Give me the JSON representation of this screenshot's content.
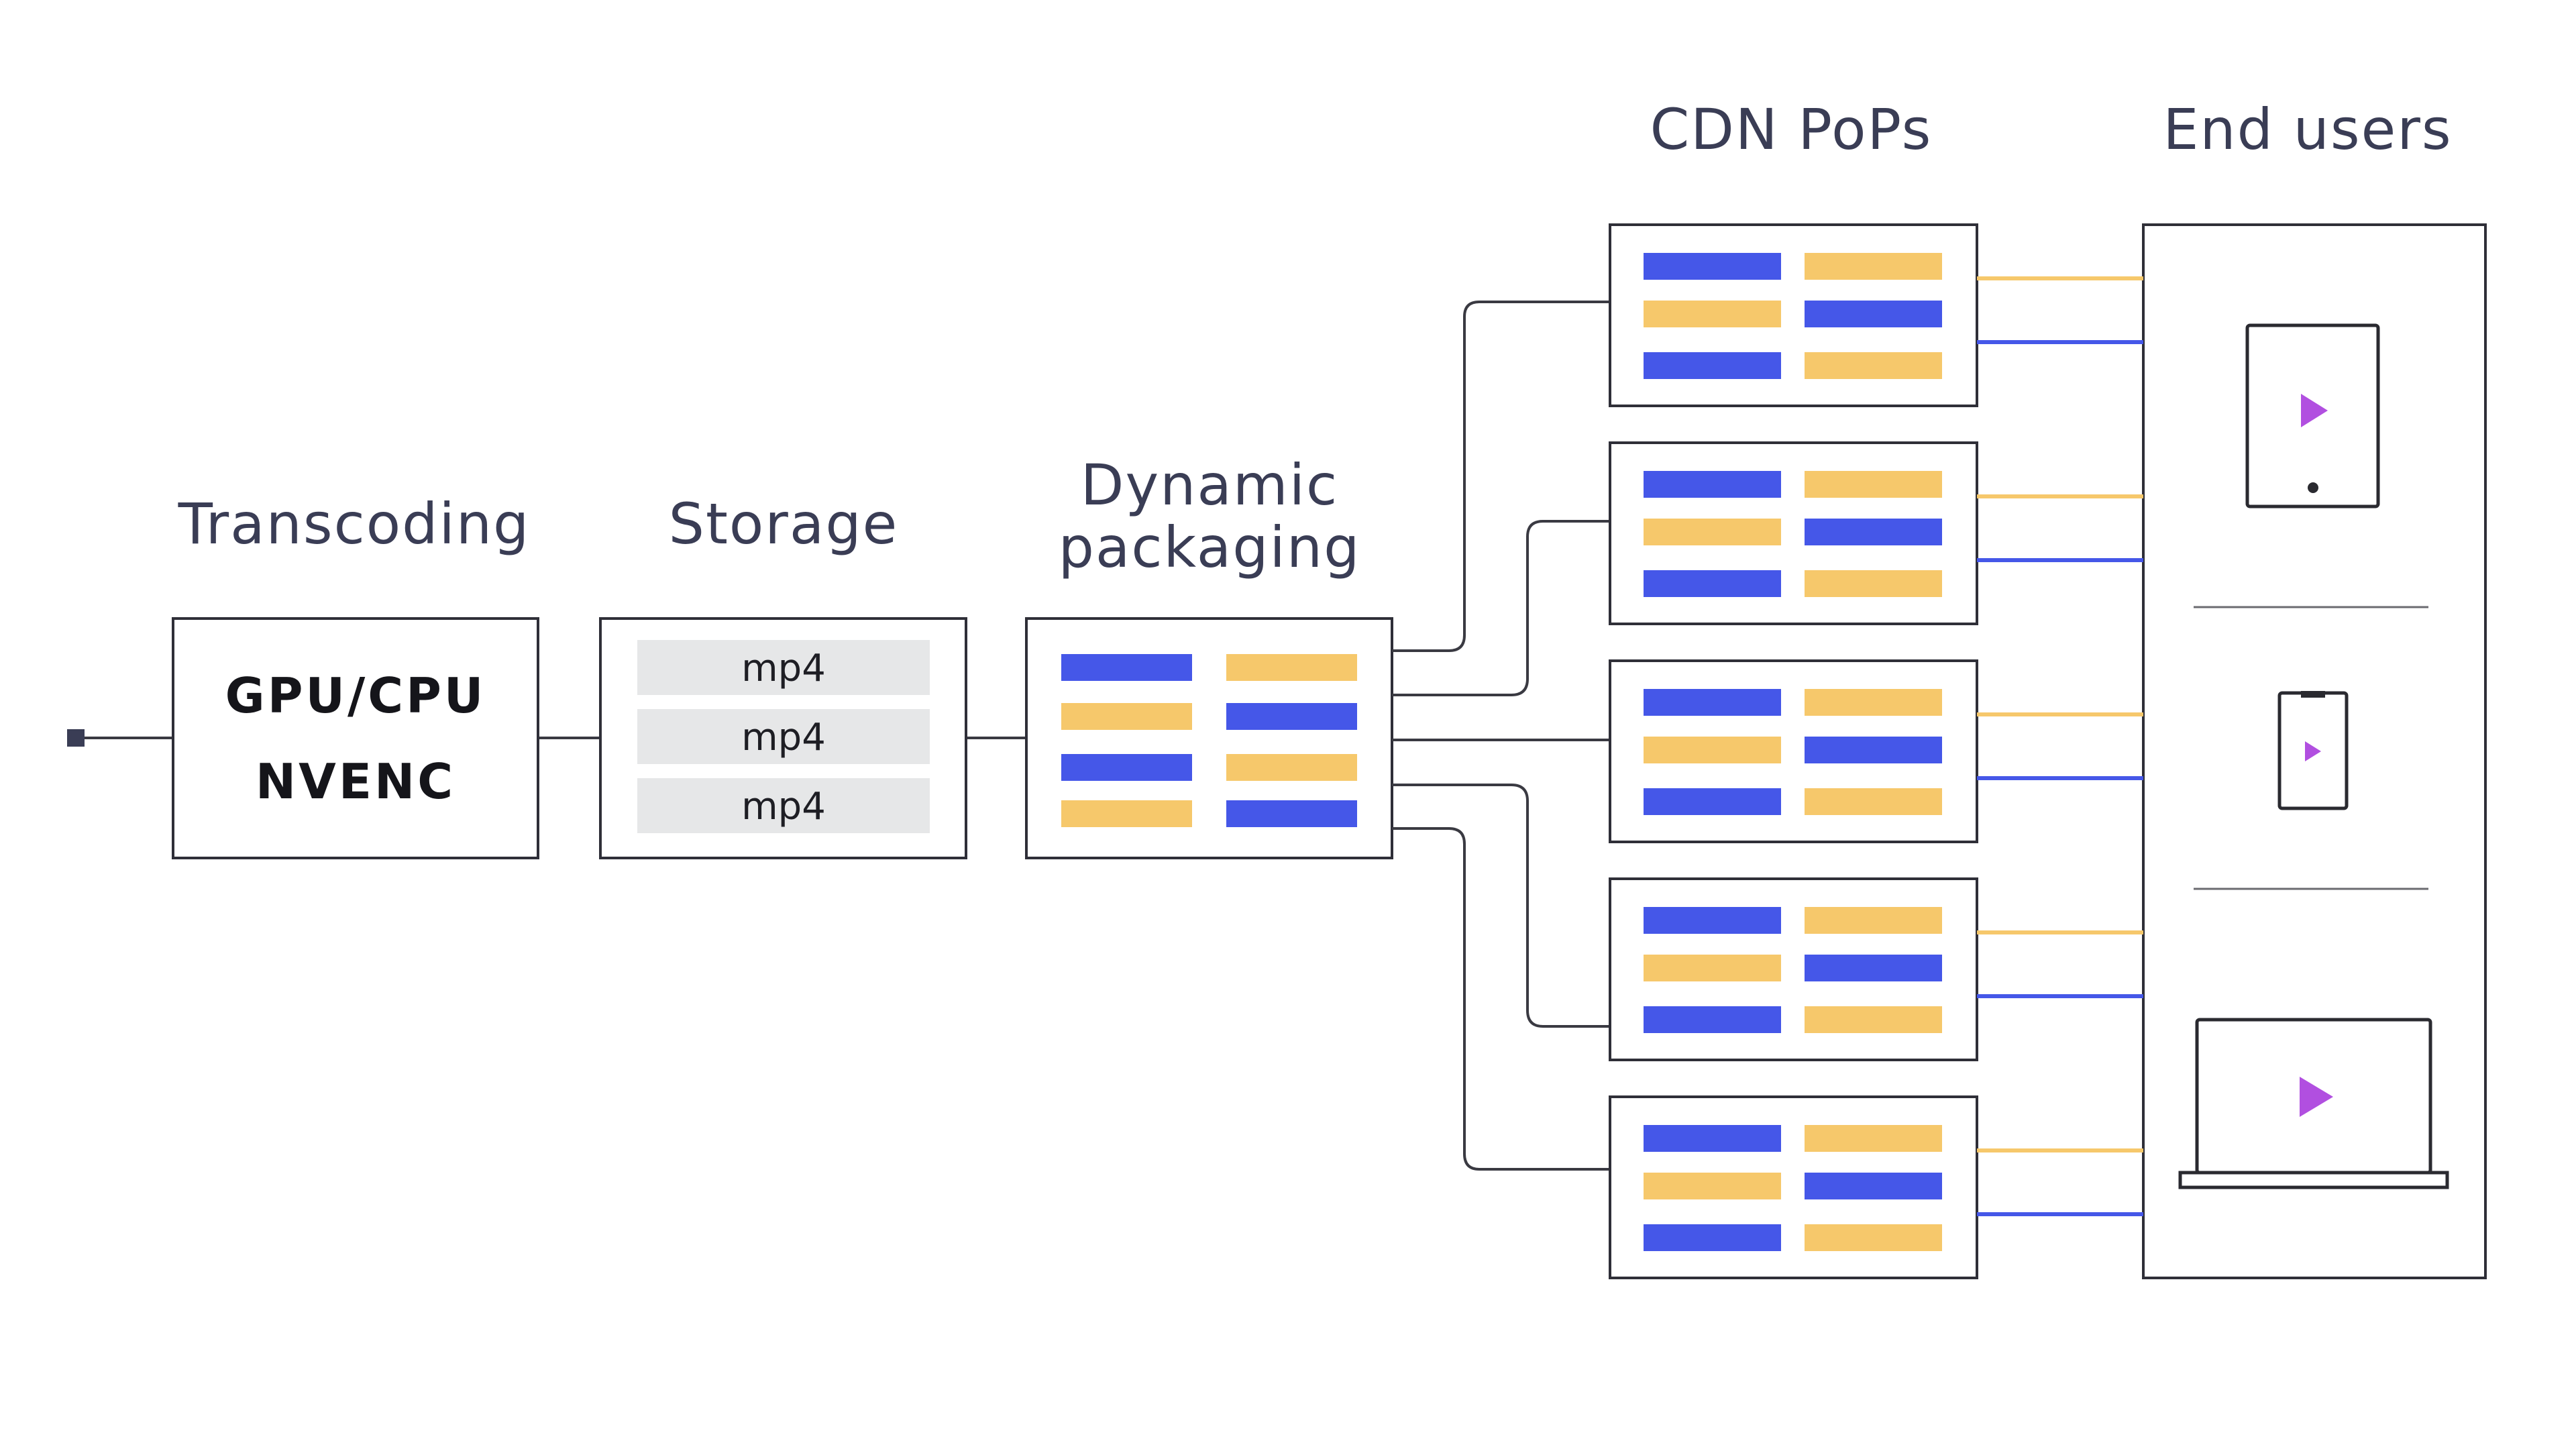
{
  "stages": {
    "transcoding": {
      "label": "Transcoding",
      "lines": [
        "GPU/CPU",
        "NVENC"
      ]
    },
    "storage": {
      "label": "Storage",
      "files": [
        "mp4",
        "mp4",
        "mp4"
      ]
    },
    "packaging": {
      "label_lines": [
        "Dynamic",
        "packaging"
      ]
    },
    "cdn": {
      "label": "CDN PoPs",
      "count": 5
    },
    "users": {
      "label": "End users",
      "devices": [
        "tablet-icon",
        "phone-icon",
        "laptop-icon"
      ]
    }
  },
  "colors": {
    "blue": "#4557e8",
    "yellow": "#f6c86b",
    "play": "#b14fe0",
    "line": "#3a3a42",
    "file_fill": "#e6e7e8"
  }
}
